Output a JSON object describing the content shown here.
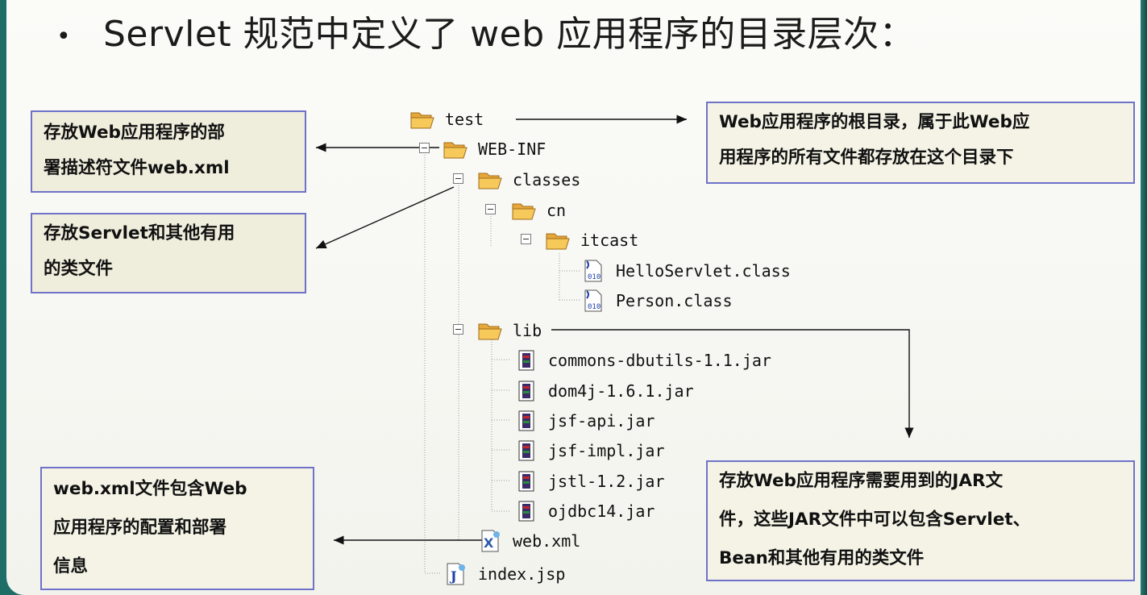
{
  "title": "Servlet 规范中定义了 web 应用程序的目录层次：",
  "bullet": "•",
  "tree": [
    {
      "label": "test",
      "icon": "folder-open-icon"
    },
    {
      "label": "WEB-INF",
      "icon": "folder-open-icon"
    },
    {
      "label": "classes",
      "icon": "folder-open-icon"
    },
    {
      "label": "cn",
      "icon": "folder-open-icon"
    },
    {
      "label": "itcast",
      "icon": "folder-open-icon"
    },
    {
      "label": "HelloServlet.class",
      "icon": "class-file-icon"
    },
    {
      "label": "Person.class",
      "icon": "class-file-icon"
    },
    {
      "label": "lib",
      "icon": "folder-open-icon"
    },
    {
      "label": "commons-dbutils-1.1.jar",
      "icon": "jar-file-icon"
    },
    {
      "label": "dom4j-1.6.1.jar",
      "icon": "jar-file-icon"
    },
    {
      "label": "jsf-api.jar",
      "icon": "jar-file-icon"
    },
    {
      "label": "jsf-impl.jar",
      "icon": "jar-file-icon"
    },
    {
      "label": "jstl-1.2.jar",
      "icon": "jar-file-icon"
    },
    {
      "label": "ojdbc14.jar",
      "icon": "jar-file-icon"
    },
    {
      "label": "web.xml",
      "icon": "xml-file-icon"
    },
    {
      "label": "index.jsp",
      "icon": "jsp-file-icon"
    }
  ],
  "annotations": {
    "webinf": [
      "存放Web应用程序的部",
      "署描述符文件web.xml"
    ],
    "classes": [
      "存放Servlet和其他有用",
      "的类文件"
    ],
    "webxml": [
      "web.xml文件包含Web",
      "应用程序的配置和部署",
      "信息"
    ],
    "root": [
      "Web应用程序的根目录，属于此Web应",
      "用程序的所有文件都存放在这个目录下"
    ],
    "lib": [
      "存放Web应用程序需要用到的JAR文",
      "件，这些JAR文件中可以包含Servlet、",
      "Bean和其他有用的类文件"
    ]
  }
}
